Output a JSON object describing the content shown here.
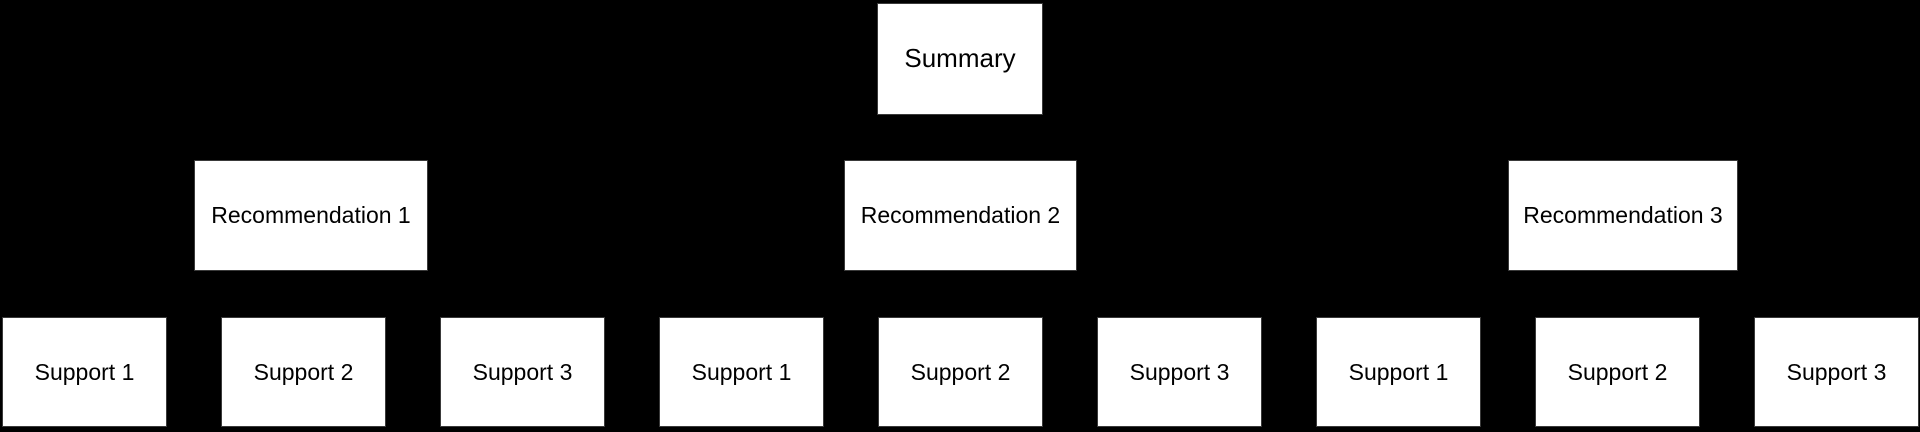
{
  "diagram": {
    "type": "hierarchy-tree",
    "background_color": "#000000",
    "node_fill_color": "#ffffff",
    "node_text_color": "#000000",
    "root": {
      "label": "Summary"
    },
    "recommendations": [
      {
        "label": "Recommendation 1",
        "supports": [
          {
            "label": "Support 1"
          },
          {
            "label": "Support 2"
          },
          {
            "label": "Support 3"
          }
        ]
      },
      {
        "label": "Recommendation 2",
        "supports": [
          {
            "label": "Support 1"
          },
          {
            "label": "Support 2"
          },
          {
            "label": "Support 3"
          }
        ]
      },
      {
        "label": "Recommendation 3",
        "supports": [
          {
            "label": "Support 1"
          },
          {
            "label": "Support 2"
          },
          {
            "label": "Support 3"
          }
        ]
      }
    ]
  }
}
